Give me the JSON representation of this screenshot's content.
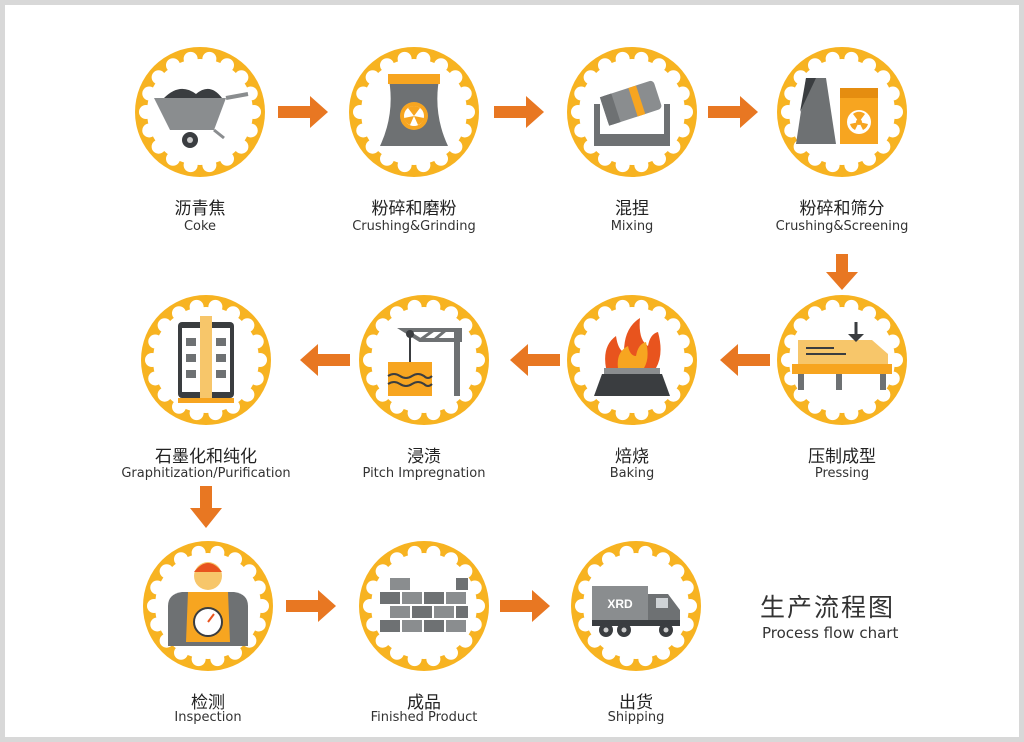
{
  "steps": [
    {
      "cn": "沥青焦",
      "en": "Coke",
      "icon": "wheelbarrow-icon"
    },
    {
      "cn": "粉碎和磨粉",
      "en": "Crushing&Grinding",
      "icon": "cooling-tower-icon"
    },
    {
      "cn": "混捏",
      "en": "Mixing",
      "icon": "mixer-icon"
    },
    {
      "cn": "粉碎和筛分",
      "en": "Crushing&Screening",
      "icon": "crusher-plant-icon"
    },
    {
      "cn": "压制成型",
      "en": "Pressing",
      "icon": "press-icon"
    },
    {
      "cn": "焙烧",
      "en": "Baking",
      "icon": "fire-furnace-icon"
    },
    {
      "cn": "浸渍",
      "en": "Pitch Impregnation",
      "icon": "crane-tank-icon"
    },
    {
      "cn": "石墨化和纯化",
      "en": "Graphitization/Purification",
      "icon": "graphitization-furnace-icon"
    },
    {
      "cn": "检测",
      "en": "Inspection",
      "icon": "inspector-icon"
    },
    {
      "cn": "成品",
      "en": "Finished Product",
      "icon": "brick-stack-icon"
    },
    {
      "cn": "出货",
      "en": "Shipping",
      "icon": "truck-icon"
    }
  ],
  "truck_label": "XRD",
  "legend": {
    "cn": "生产流程图",
    "en": "Process flow chart"
  },
  "colors": {
    "ring": "#f7b321",
    "arrow": "#e87722",
    "grey": "#6e7173",
    "orange": "#f7a520",
    "frame": "#d8d8d8"
  }
}
